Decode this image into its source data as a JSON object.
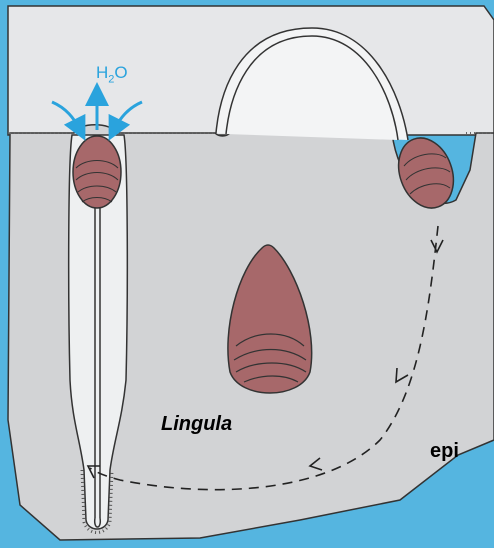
{
  "figure": {
    "organism_label": "Lingula",
    "cut_off_label": "epi",
    "water_label": {
      "main": "H",
      "subscript": "2",
      "tail": "O"
    }
  },
  "colors": {
    "background": "#55b5e0",
    "sediment_top": "#e6e7e9",
    "sediment_section": "#d2d3d5",
    "burrow": "#eef0f1",
    "shell": "#a7686a",
    "water_arrows": "#2aa3dd",
    "outline": "#222222"
  }
}
